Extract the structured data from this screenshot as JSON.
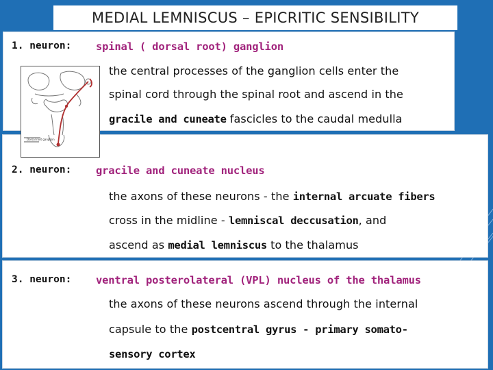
{
  "title": "MEDIAL LEMNISCUS – EPICRITIC SENSIBILITY",
  "colors": {
    "background": "#1f6fb5",
    "heading": "#a1237c",
    "text": "#111111"
  },
  "neurons": [
    {
      "label": "1. neuron:",
      "heading": "spinal ( dorsal root) ganglion",
      "lines": [
        {
          "text": "the central processes of the ganglion cells enter the"
        },
        {
          "text": "spinal cord through the spinal root and ascend in the"
        },
        {
          "emph": "gracile and cuneate",
          "after": " fascicles to the caudal medulla"
        }
      ]
    },
    {
      "label": "2. neuron:",
      "heading": "gracile and cuneate nucleus",
      "lines": [
        {
          "before": "the axons of these neurons - the ",
          "emph": "internal arcuate fibers"
        },
        {
          "before": "cross in the midline - ",
          "emph": "lemniscal deccusation",
          "after": ", and"
        },
        {
          "before": "ascend as ",
          "emph": "medial lemniscus",
          "after": " to the thalamus"
        }
      ]
    },
    {
      "label": "3. neuron:",
      "heading": "ventral posterolateral (VPL) nucleus of the thalamus",
      "lines": [
        {
          "text": "the axons of these neurons ascend  through the internal"
        },
        {
          "before": "capsule to the ",
          "emph": "postcentral gyrus - primary somato-"
        },
        {
          "emph": "sensory cortex"
        }
      ]
    }
  ],
  "diagram": {
    "label": "Dorsal root ganglion"
  }
}
